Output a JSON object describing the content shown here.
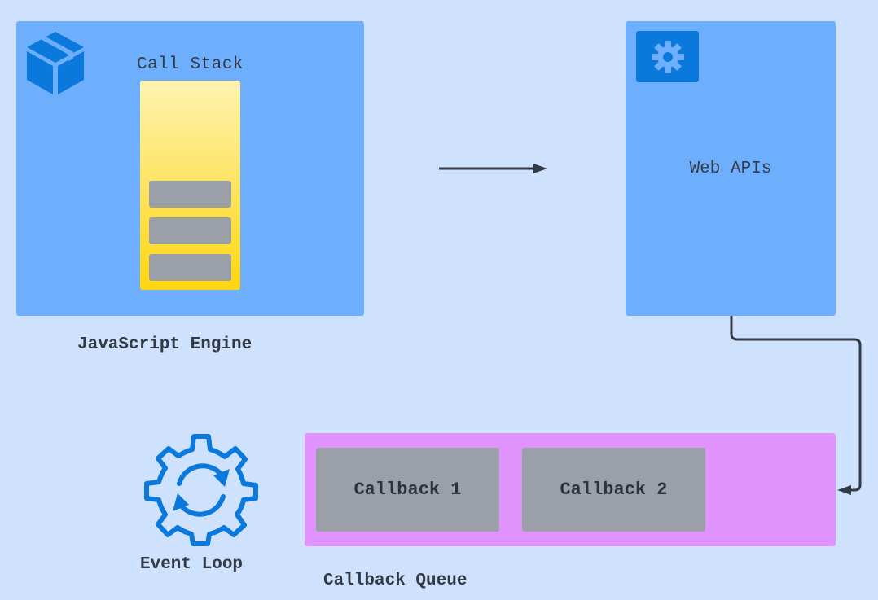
{
  "colors": {
    "background": "#cfe2fd",
    "panel": "#6daffd",
    "accent_blue": "#0b78dc",
    "call_stack": "#ffd60e",
    "stack_frame": "#9ba0a8",
    "callback_queue": "#e093fd",
    "text": "#333a45"
  },
  "icons": {
    "engine": "cube-icon",
    "web_apis": "gear-icon",
    "event_loop": "gear-refresh-icon"
  },
  "engine": {
    "call_stack_label": "Call Stack",
    "stack_frames": [
      "",
      "",
      ""
    ],
    "label": "JavaScript Engine"
  },
  "web_apis": {
    "label": "Web APIs"
  },
  "callback_queue": {
    "items": [
      "Callback 1",
      "Callback 2"
    ],
    "label": "Callback Queue"
  },
  "event_loop": {
    "label": "Event Loop"
  }
}
